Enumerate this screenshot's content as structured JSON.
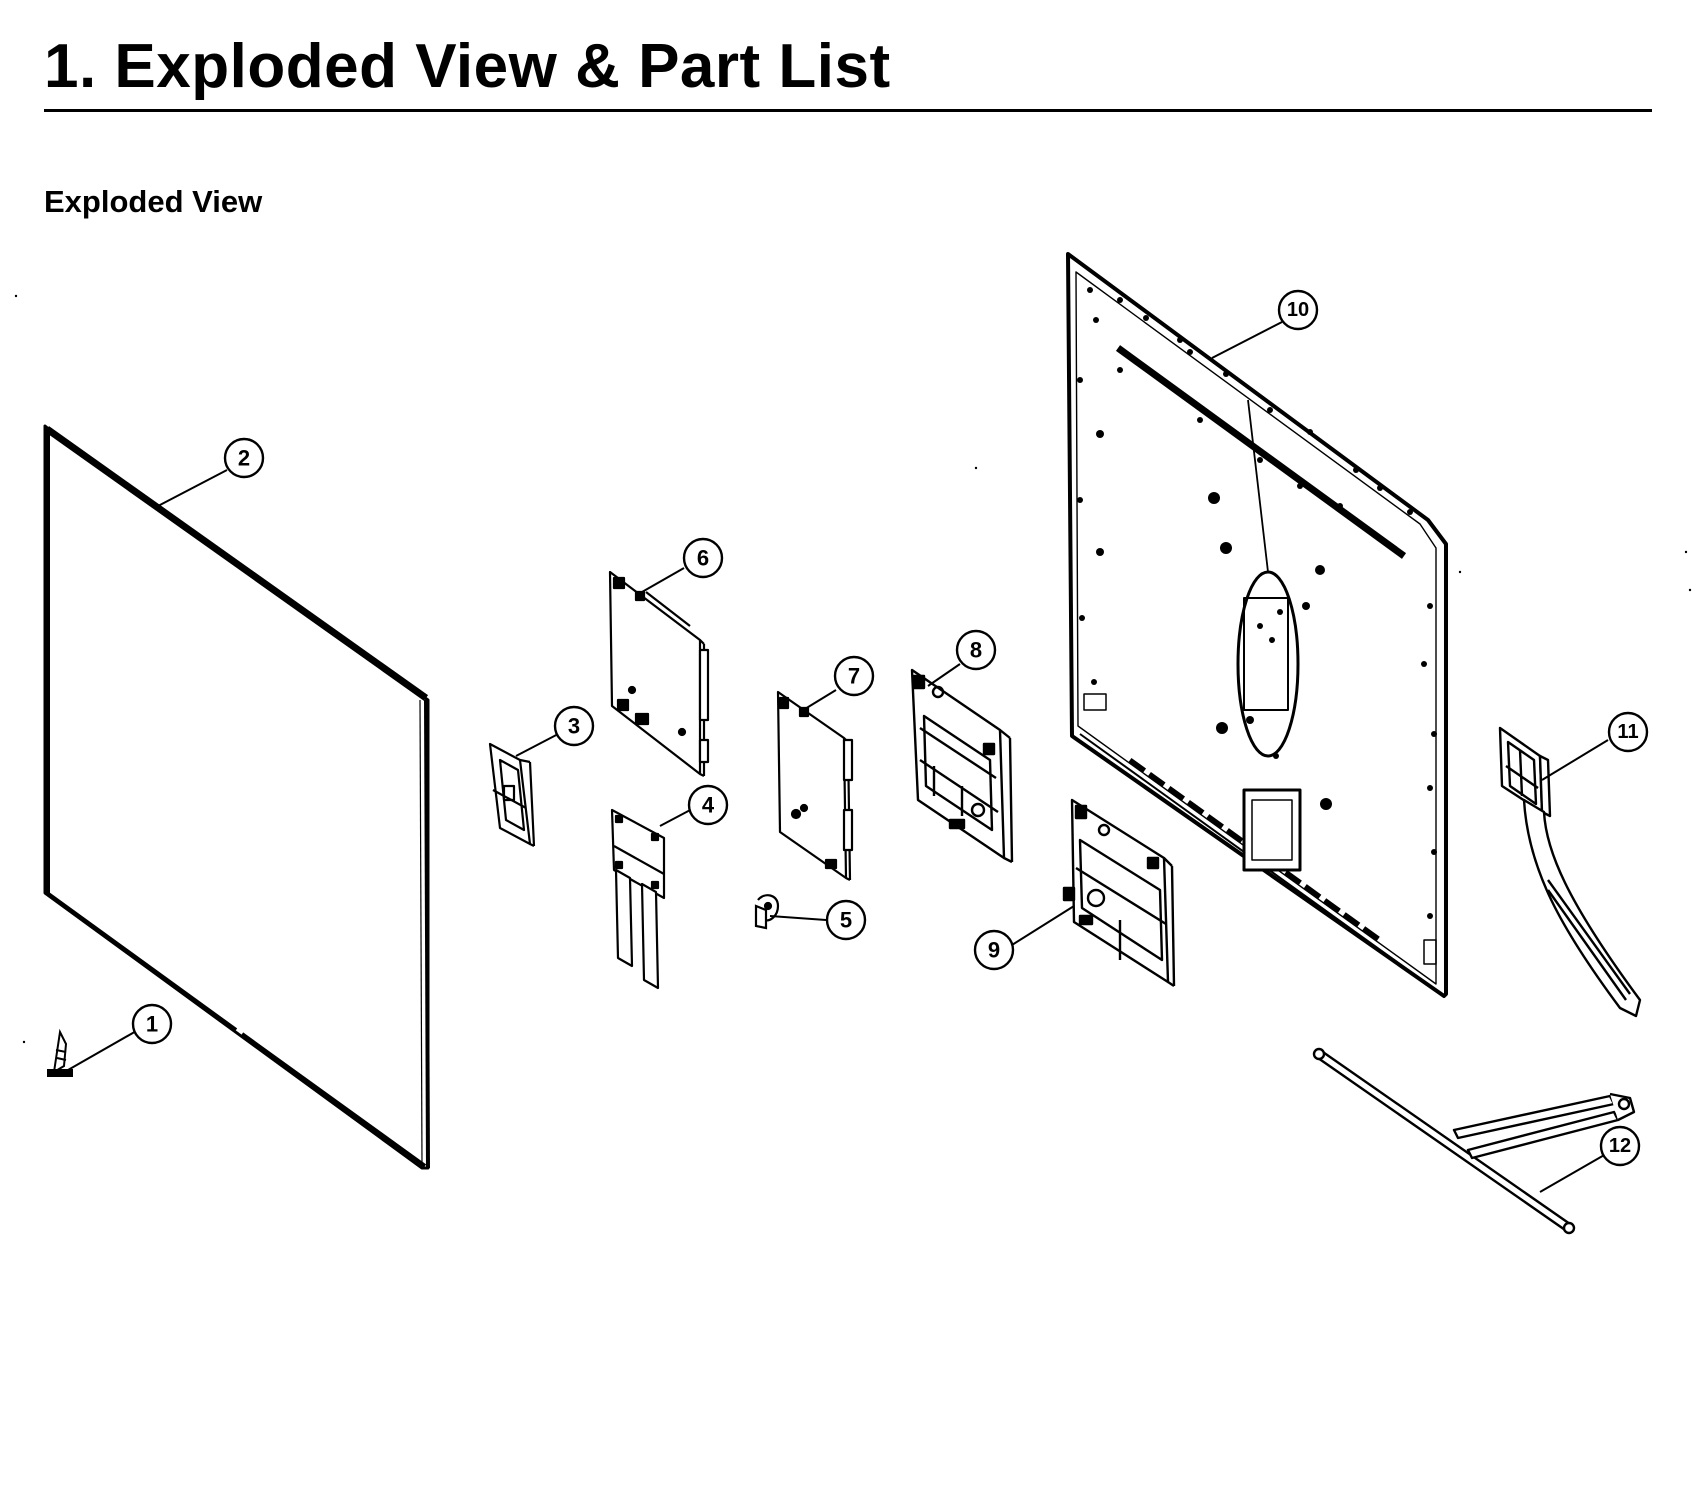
{
  "header": {
    "title": "1.  Exploded View & Part List"
  },
  "section": {
    "heading": "Exploded View"
  },
  "diagram": {
    "callouts": [
      {
        "id": "c1",
        "label": "1"
      },
      {
        "id": "c2",
        "label": "2"
      },
      {
        "id": "c3",
        "label": "3"
      },
      {
        "id": "c4",
        "label": "4"
      },
      {
        "id": "c5",
        "label": "5"
      },
      {
        "id": "c6",
        "label": "6"
      },
      {
        "id": "c7",
        "label": "7"
      },
      {
        "id": "c8",
        "label": "8"
      },
      {
        "id": "c9",
        "label": "9"
      },
      {
        "id": "c10",
        "label": "10"
      },
      {
        "id": "c11",
        "label": "11"
      },
      {
        "id": "c12",
        "label": "12"
      }
    ]
  }
}
